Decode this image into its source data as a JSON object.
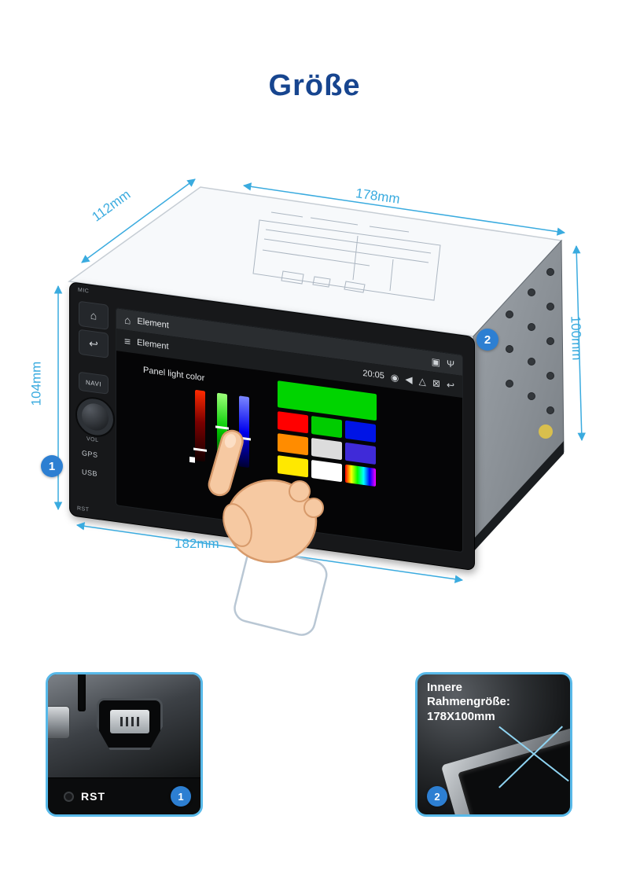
{
  "title": "Größe",
  "colors": {
    "accent_badge": "#2d7fd2",
    "dimension_text": "#3aabdf",
    "inset_border": "#58b9e9"
  },
  "dimensions": {
    "top_left": "112mm",
    "top_right": "178mm",
    "right": "100mm",
    "left": "104mm",
    "bottom": "182mm"
  },
  "badges": {
    "one": "1",
    "two": "2"
  },
  "panel": {
    "mic": "MIC",
    "navi": "NAVI",
    "vol": "VOL",
    "gps": "GPS",
    "usb": "USB",
    "rst": "RST"
  },
  "screen": {
    "app_name": "Element",
    "time": "20:05",
    "panel_label": "Panel light color",
    "sliders": [
      "linear-gradient(180deg,#ff2a00 0%,#7a0000 45%,#150000 100%)",
      "linear-gradient(180deg,#9dff7a 0%,#00cc00 50%,#00330a 100%)",
      "linear-gradient(180deg,#7a86ff 0%,#0000ee 50%,#000033 100%)"
    ],
    "swatches": {
      "hero": "#00d400",
      "rows": [
        [
          "#ff0000",
          "#00cc00",
          "#0014e6"
        ],
        [
          "#ff8c00",
          "#dcdcdc",
          "#3f2ad8"
        ],
        [
          "#ffe800",
          "#ffffff",
          "linear-gradient(90deg,#ff0000,#ffff00,#00ff00,#00ffff,#0000ff,#ff00ff)"
        ]
      ]
    }
  },
  "icons": {
    "home": "⌂",
    "back": "↩",
    "menu": "≡",
    "gallery": "▣",
    "usb": "Ψ",
    "camera": "◉",
    "speaker": "◀",
    "eject": "△",
    "close": "⊠",
    "return": "↩"
  },
  "insets": {
    "left": {
      "label": "RST",
      "badge": "1"
    },
    "right": {
      "lines": [
        "Innere",
        "Rahmengröße:",
        "178X100mm"
      ],
      "badge": "2"
    }
  }
}
